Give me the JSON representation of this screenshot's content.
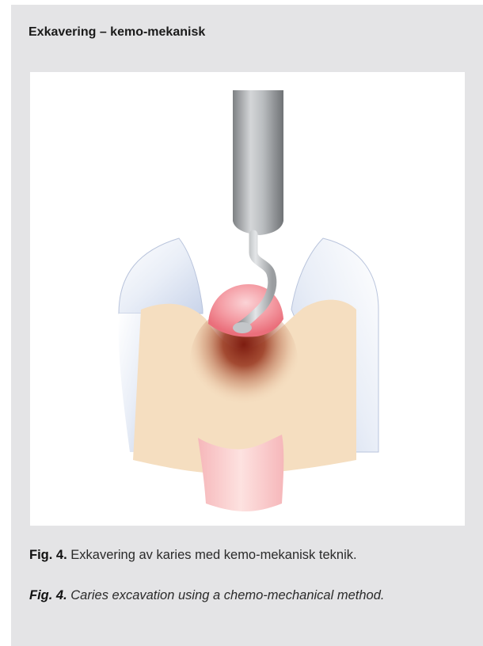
{
  "panel": {
    "title": "Exkavering – kemo-mekanisk"
  },
  "figure": {
    "colors": {
      "enamel": "#e6ecf6",
      "dentin": "#f5dec0",
      "pulp": "#f8c6c8",
      "caries": "#8c2414",
      "gel": "#f07a86",
      "instrument": "#a9acaf"
    }
  },
  "captions": {
    "swedish": {
      "label": "Fig. 4.",
      "text": "Exkavering av karies med kemo-mekanisk teknik."
    },
    "english": {
      "label": "Fig. 4.",
      "text": "Caries excavation using a chemo-mechanical method."
    }
  }
}
